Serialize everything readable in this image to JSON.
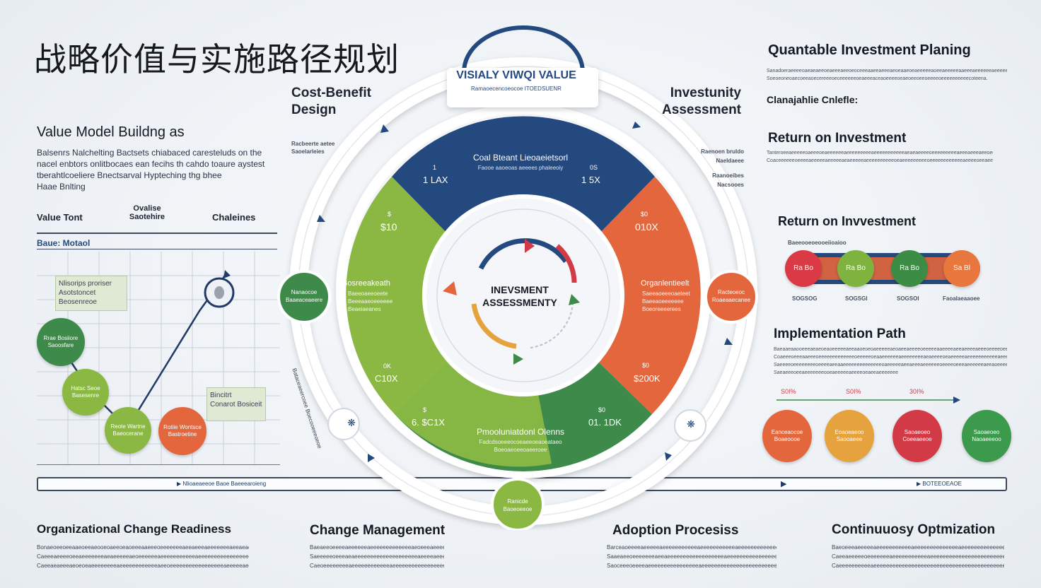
{
  "page": {
    "title_cn": "战略价值与实施路径规划"
  },
  "left": {
    "heading": "Value Model Buildng as",
    "desc": [
      "Balsenrs Nalchelting Bactsets chiabaced caresteluds on the",
      "nacel enbtors onlitbocaes ean fecihs th cahdo toaure aystest",
      "tberahtlcoeliere Bnectsarval Hypteching thg bhee",
      "Haae Bnlting"
    ],
    "col1": "Value Tont",
    "col2_a": "Ovalise",
    "col2_b": "Saotehire",
    "col3": "Chaleines",
    "section": "Baue: Motaol",
    "box1": [
      "Nlisorips proriser",
      "Asotstoncet Beosenreoe"
    ],
    "box2": [
      "Bincitrt",
      "Conarot Bosiceit"
    ],
    "nodes": [
      {
        "text": "Rrae Bosiiore Saoosfare",
        "color": "#3e8a4a"
      },
      {
        "text": "Hatsc Seoe Basesenre",
        "color": "#8ab843"
      },
      {
        "text": "Reote Wartne Baeocerane",
        "color": "#8ab843"
      },
      {
        "text": "Rotiie Wontsce Bastroetine",
        "color": "#e4663d"
      }
    ]
  },
  "center": {
    "top_label": "VISIALY VIWQI VALUE",
    "top_sub": "Ramaoecencoeocoe ITOEDSUENR",
    "cost_benefit": "Cost-Benefit Design",
    "cost_sub": [
      "Racbeerte aetee",
      "Saoelarleies"
    ],
    "investunity": "Investunity Assessment",
    "invest_sub": [
      "Raenoen bruldo",
      "Naeldaeee",
      "Raanoeibes",
      "Nacsooes"
    ],
    "top_segment_title": "Coal Bteant Lieoaeietsorl",
    "top_segment_sub": "Faooe aaoeoas aeeees phaleeoiy",
    "top_left_val": "1 LAX",
    "top_left_sym": "1",
    "top_right_val": "1 5X",
    "top_right_sym": "0S",
    "left_val": "$10",
    "left_sym": "$",
    "left_title": "Bosreeakeath",
    "left_sub": [
      "Baeeoaeeoeete",
      "Beeeaaeoeeeeee",
      "Beaeiaeanes"
    ],
    "left_low_sym": "0K",
    "left_low_val": "C10X",
    "right_val": "010X",
    "right_sym": "$0",
    "right_title": "Organlentieelt",
    "right_sub": [
      "Saeeaoeeeoaeteet",
      "Baeeaoeeeeeee",
      "Boeoreeeerees"
    ],
    "right_low_sym": "$0",
    "right_low_val": "$200K",
    "bottom_left_val": "6. $C1X",
    "bottom_left_sym": "$",
    "bottom_right_val": "01. 1DK",
    "bottom_right_sym": "$0",
    "bottom_title": "Pmooluniatdonl Olenns",
    "bottom_sub": [
      "Fadcdsoeeeocoeaeeoeaoeataeo",
      "Boeoaeoeeoaeeroee"
    ],
    "core_title": [
      "INEVSMENT",
      "ASSESSMENTY"
    ],
    "left_bubble": [
      "Nanaocoe",
      "Baaeaceaeere"
    ],
    "right_bubble": [
      "Racteoeoc",
      "Roaeaaecanee"
    ],
    "bottom_bubble": [
      "Ranicde",
      "Baoeoeeoe"
    ],
    "left_vertical": "Bataceaeercoee Boecooeeeoeoe"
  },
  "right": {
    "heading": "Quantable Investment Planing",
    "heading_desc": [
      "Sanadoeraeeeeoaeaeaeeoeaeeeaeeoeoceeeaaeeaeeeaeoeaaeoeaeeeeeaoeeaeeeeeaaeeeaeeeeeeaeeeee",
      "Soeoeoneoaecoeeaoecereeeoeceeeeeeoeaeeeaceaoeeeeoeaeoeeoeeoeeeeoeeeeeeeeeecoteena."
    ],
    "sub1": "Clanajahlie Cnlefle:",
    "roi1": "Return on Investment",
    "roi1_desc": [
      "Tanteroeeaeeeeeoaeeeoeaeeeeeeaeeeeeeeeeaeeeeeeeeeeeaeaeaeeeeoeeeeeeeeeaeeeaeeeaeeoeeteeeeow",
      "CoaceeeeeeoeeeeaeeeeeaeeeeeaeaeeeeeaeeeeeeeeeeoeaeeeeeeeeeoeeeeeeeeeeeeaeeeeoeeaeeeeeeneeAoe"
    ],
    "roi2": "Return on Invvestment",
    "roi_header": "Baeeooeoeooeiioaioo",
    "roi_nodes": [
      {
        "text": "Ra Bo",
        "color": "#d93a45",
        "label": "SOGSOG"
      },
      {
        "text": "Ra Bo",
        "color": "#7fb33f",
        "label": "SOGSGI"
      },
      {
        "text": "Ra Bo",
        "color": "#3c8c45",
        "label": "SOGSOI"
      },
      {
        "text": "Sa Bl",
        "color": "#e8773d",
        "label": "Faoalaeaaoee"
      }
    ],
    "impl": "Implementation Path",
    "impl_desc": [
      "Baeaaeaaooeeeaeaeoeaoeeeeeaeeaaoeoeoaeeeeeaeoaeeaeeeeoeeeeeaaeeeeaeeaeeeeaeeeoeeeeoeeeeaeeeeeaeeeoeoueeo",
      "Coaeeeoeeeaaeeeoeeeeeeeeeeeeeoeeeeeoeaaeeeeeeaeeeeeeeeaeaeeeeoeaeeeeeaeeeeeeeeeeeaeeeeeeeeeeeeeeeeoeeeneee",
      "Saeeeeoeeeeeeeeoeeeeaeeaaeeeeeeeeeeeeeeoaeeeeeaeeaeeeaeeeeeeoeeeeoeeeaeeeeeeaeeaoeeeeeeeaeoeoa",
      "Saeaeeeoeeaeeeeeeeooeaeeeeeaeeeeoeaeeaeeeeeee"
    ],
    "path_values": [
      "S0I%",
      "S0I%",
      "30I%"
    ],
    "path_nodes": [
      {
        "text": "Eanceaocoe Boaeoooe",
        "color": "#e4663d"
      },
      {
        "text": "Eoaoeaeoo Saooaeee",
        "color": "#e6a23c"
      },
      {
        "text": "Saoaeoeo Coeeaeeoe",
        "color": "#d23a45"
      },
      {
        "text": "Saoaeoeo Naoaeeeoo",
        "color": "#3c9a4c"
      }
    ]
  },
  "timeline": {
    "left_label": "Nlioaeaeeoe Baoe Baeeearoieng",
    "right_label": "BOTEEOEAOE"
  },
  "bottom": [
    {
      "title": "Organizational Change Readiness",
      "desc": [
        "Bonaeoeeoeeaaeoeeaeooeoaeeoeaoeeeaaeeeoeeeeeeeaeeaeeeaeeeeeeeaeeaeaeeeoe",
        "Caeeeaeeeeoeeaeeeeeeeaeaeeeeeaeoeeeeeeaeeeeeeeeeeeaeeeeeeeeeeeeeeeeeeeeeeee",
        "Caeeaeaeeeaeoeoeaeeeeeeeeaeeeeeeeeeeeeaeeoeeeeeeeeeeeeeeeeeaeeeeeaeeaeeeeeee"
      ]
    },
    {
      "title": "Change Management",
      "desc": [
        "Baeaeeoeeeeaeeeeeeaeeeeeeeeeeeeeaeoeeeaeeeeaeeeeeeeeeeeeeeoeeeaeeeee",
        "Saeeeeeoeeeaeaeeeeeeeeeeeeeeeeeeeeaeeeeaeeeeeaeeeeeeeeaeeeeeeeeeeeeeeee",
        "Caeoeeeeeeeeaeeeeeeeeeeeeaeeeeeeeeeeeeeeeeeaeeeeeaeeeee"
      ]
    },
    {
      "title": "Adoption Procesiss",
      "desc": [
        "Barceaoeeeeaeeeeeaeeeeeeeeeeeaeeeeeeeeeeeaeeeeeeeeeeeeeeeeeeeeeeeeee",
        "Saaeaeeoeeeeeeeaeeaeeeeeeeeeeeeeeeeeeaeeeeeeeeeeeeeeeeeeeeeeeeeee",
        "Saoceeeoeeeeaeeeeeeeeeeeeeeeeaeeeeeeeeeeeeeeeeeeeeeeeeeeee"
      ]
    },
    {
      "title": "Continuuosy Optmization",
      "desc": [
        "Baeoeeeaeeeeeaeeeeeeeeeeeaeeeeeeeeeeeeeeaeeeeeeeeeeeeeeeeeeeeeeeee",
        "Caeeaeeeeeoeeeeeeeaeeeeeeeeeeeaeeeeeeeeeeeeeeeeeeeeeeeeeeeeeeeeeee",
        "Caeeeeeeeeeeaeeeeeeeeeeeeeeeeeeeeeeeeeeeeeeeeeeeeeeeeeeeee"
      ]
    }
  ],
  "colors": {
    "navy": "#24497e",
    "green": "#8ab843",
    "dark_green": "#3e8a4a",
    "orange": "#e4663d",
    "red": "#d23a45"
  }
}
